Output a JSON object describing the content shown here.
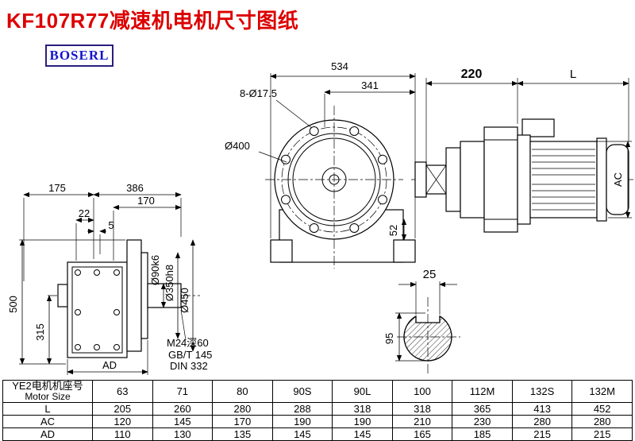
{
  "page": {
    "title": "KF107R77减速机电机尺寸图纸",
    "brand": "BOSERL"
  },
  "front_view": {
    "dim_534": "534",
    "dim_341": "341",
    "bolt_note": "8-Ø17.5",
    "flange_dia": "Ø400",
    "dim_52": "52"
  },
  "motor_view": {
    "dim_220": "220",
    "dim_L": "L",
    "dim_AC": "AC"
  },
  "side_view": {
    "dim_175": "175",
    "dim_386": "386",
    "dim_170": "170",
    "dim_22": "22",
    "dim_5": "5",
    "dim_500": "500",
    "dim_315": "315",
    "dia_90": "Ø90k6",
    "dia_350": "Ø350h8",
    "dia_450": "Ø450",
    "dim_AD": "AD",
    "thread_note": "M24深60",
    "std_note1": "GB/T 145",
    "std_note2": "DIN 332"
  },
  "section_view": {
    "dim_25": "25",
    "dim_95": "95"
  },
  "table": {
    "header_cn": "YE2电机机座号",
    "header_en": "Motor Size",
    "sizes": [
      "63",
      "71",
      "80",
      "90S",
      "90L",
      "100",
      "112M",
      "132S",
      "132M"
    ],
    "rows": [
      {
        "label": "L",
        "values": [
          "205",
          "260",
          "280",
          "288",
          "318",
          "318",
          "365",
          "413",
          "452"
        ]
      },
      {
        "label": "AC",
        "values": [
          "120",
          "145",
          "170",
          "190",
          "190",
          "210",
          "230",
          "280",
          "280"
        ]
      },
      {
        "label": "AD",
        "values": [
          "110",
          "130",
          "135",
          "145",
          "145",
          "165",
          "185",
          "215",
          "215"
        ]
      }
    ]
  }
}
